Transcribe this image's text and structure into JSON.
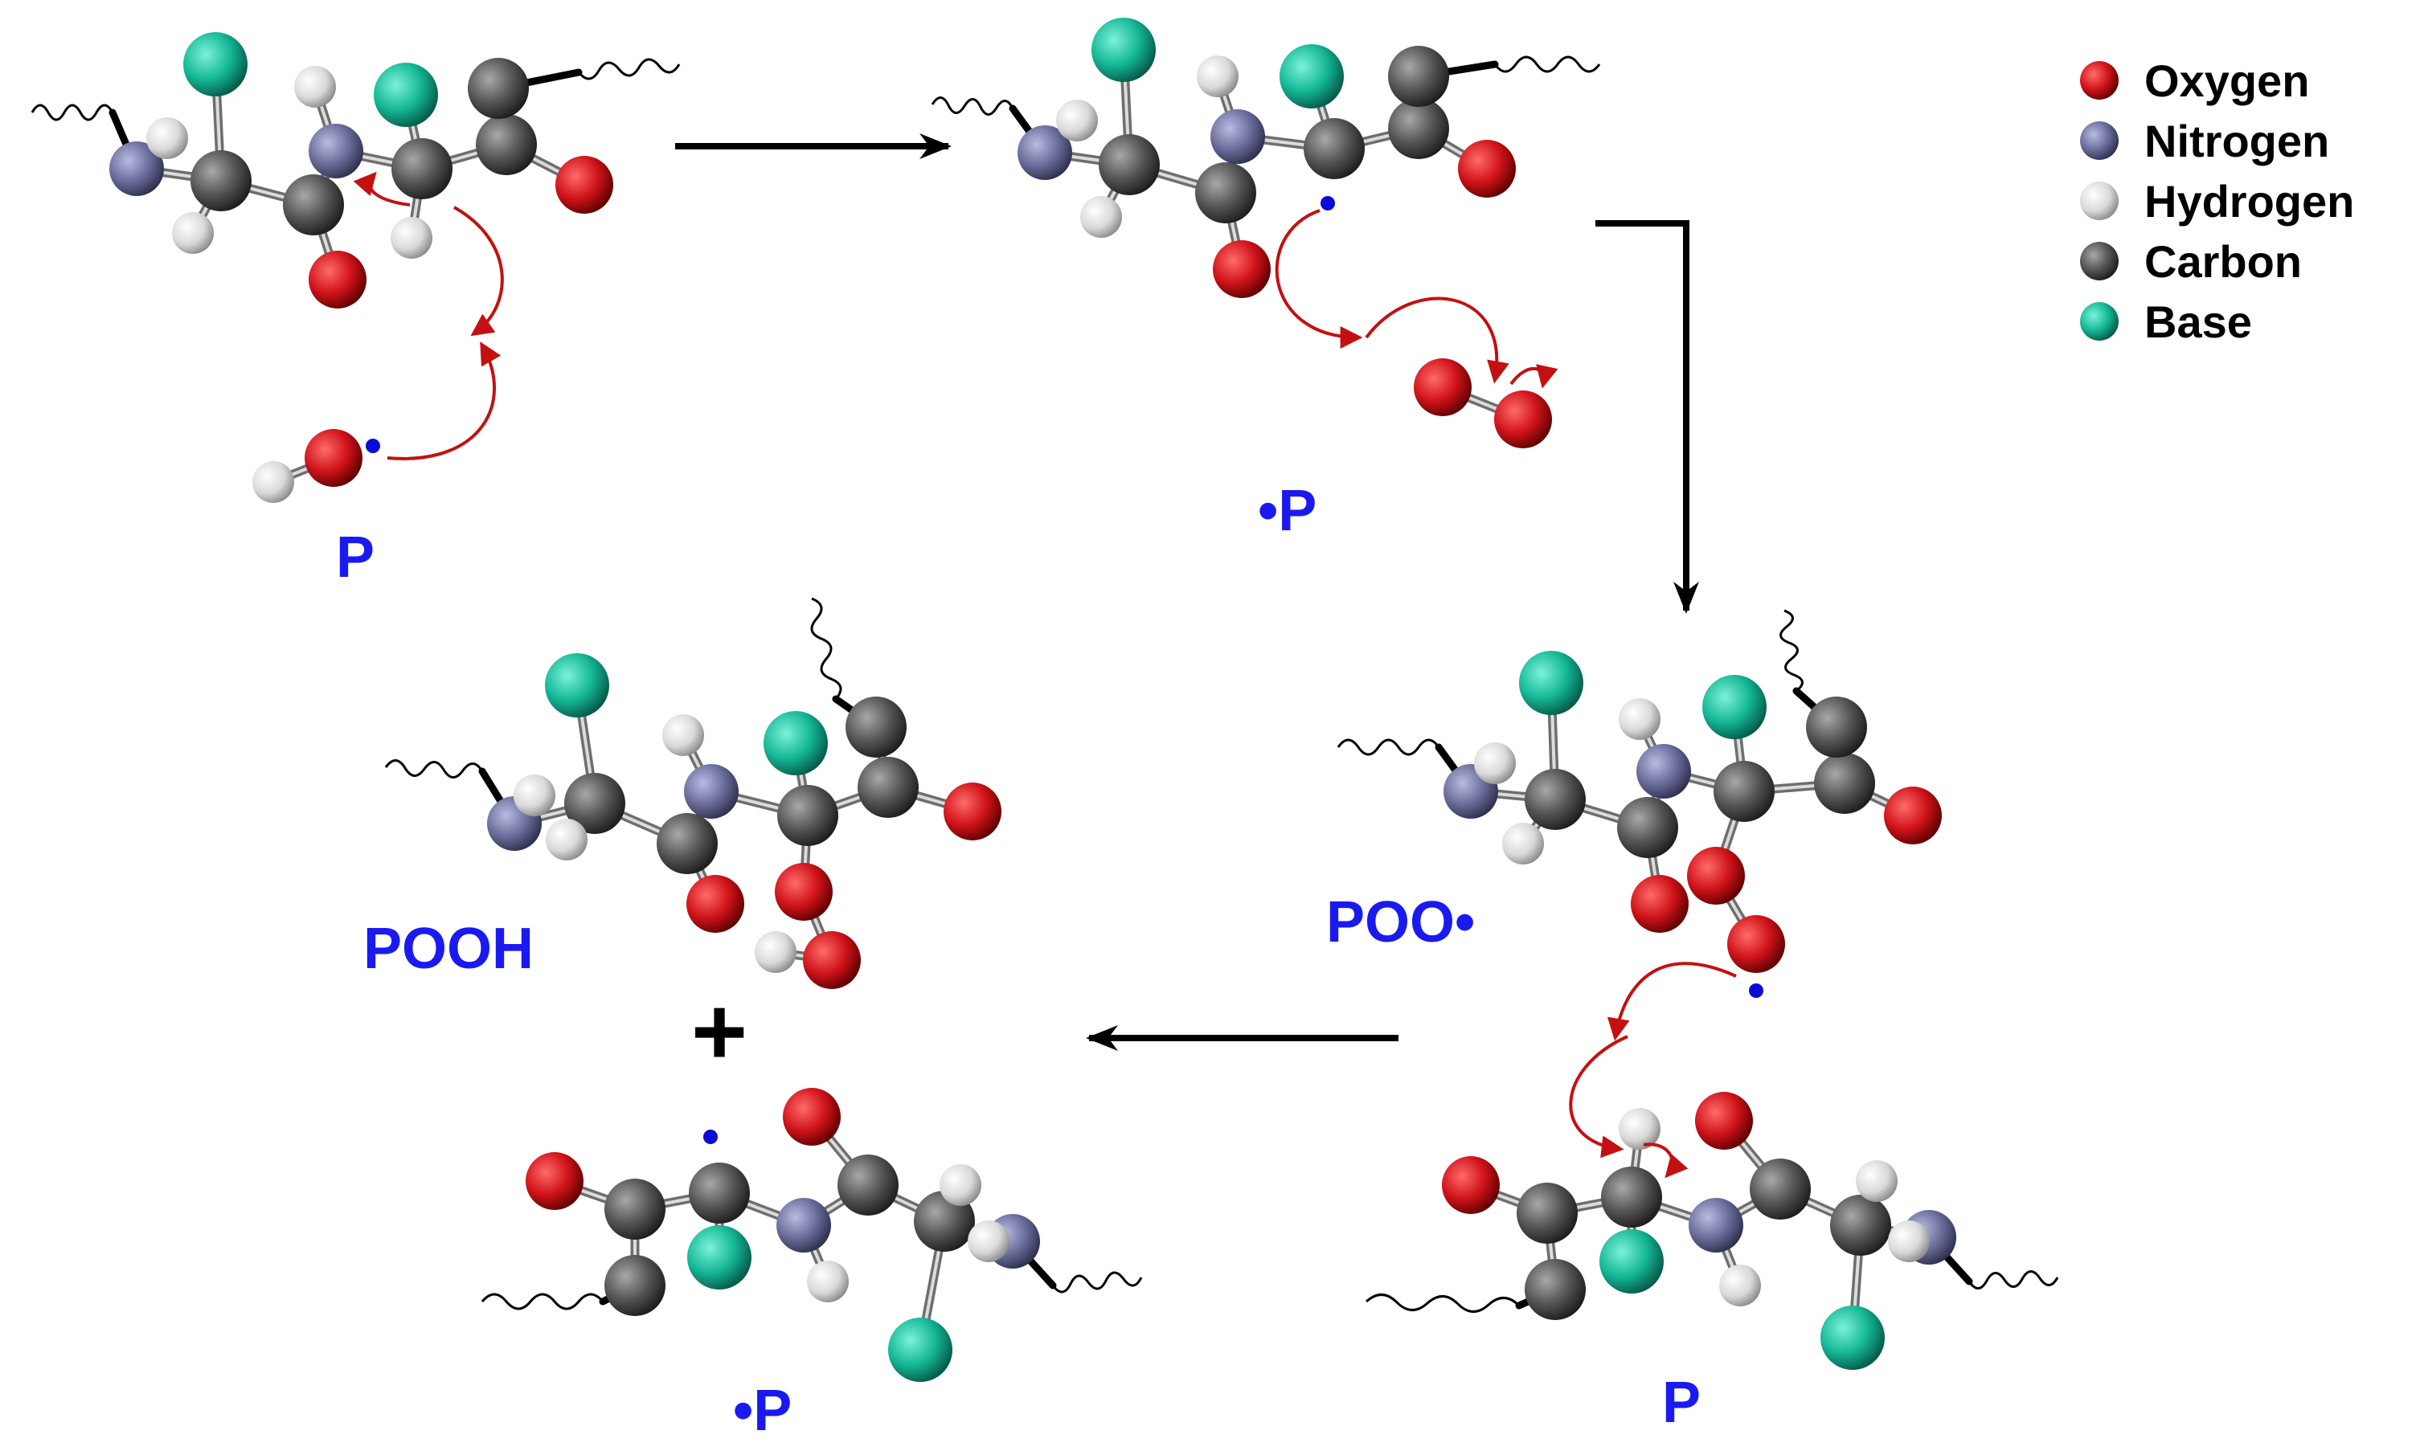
{
  "legend": {
    "items": [
      {
        "key": "oxygen",
        "label": "Oxygen"
      },
      {
        "key": "nitrogen",
        "label": "Nitrogen"
      },
      {
        "key": "hydrogen",
        "label": "Hydrogen"
      },
      {
        "key": "carbon",
        "label": "Carbon"
      },
      {
        "key": "base",
        "label": "Base"
      }
    ]
  },
  "labels": {
    "step1": "P",
    "step2": "•P",
    "step3": "POO•",
    "step4": "P",
    "product_pooh": "POOH",
    "plus": "+",
    "product_radical": "•P"
  },
  "colors": {
    "oxygen": "#d0141a",
    "nitrogen": "#6b6e9c",
    "hydrogen": "#d9d9d9",
    "carbon": "#555555",
    "base": "#15b897",
    "radical": "#0b0bd8",
    "label": "#1a1af0",
    "mechanism_arrow": "#c41010",
    "process_arrow": "#000000"
  }
}
